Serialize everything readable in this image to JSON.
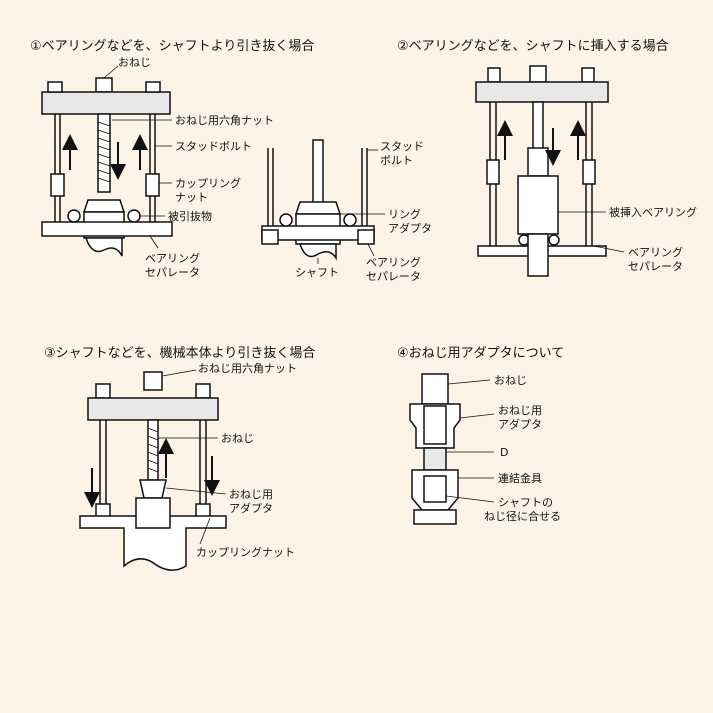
{
  "section1": {
    "heading": "①ベアリングなどを、シャフトより引き抜く場合",
    "labels": {
      "nut": "おねじ",
      "hex_nut": "おねじ用六角ナット",
      "stud_bolt": "スタッドボルト",
      "coupling_nut_1": "カップリング",
      "coupling_nut_2": "ナット",
      "extracted": "被引抜物",
      "separator_1": "ベアリング",
      "separator_2": "セパレータ",
      "stud_bolt2_1": "スタッド",
      "stud_bolt2_2": "ボルト",
      "ring_adapter_1": "リング",
      "ring_adapter_2": "アダプタ",
      "shaft": "シャフト",
      "separator2_1": "ベアリング",
      "separator2_2": "セパレータ"
    }
  },
  "section2": {
    "heading": "②ベアリングなどを、シャフトに挿入する場合",
    "labels": {
      "inserted": "被挿入ベアリング",
      "separator_1": "ベアリング",
      "separator_2": "セパレータ"
    }
  },
  "section3": {
    "heading": "③シャフトなどを、機械本体より引き抜く場合",
    "labels": {
      "hex_nut": "おねじ用六角ナット",
      "nut": "おねじ",
      "adapter_1": "おねじ用",
      "adapter_2": "アダプタ",
      "coupling_nut": "カップリングナット"
    }
  },
  "section4": {
    "heading": "④おねじ用アダプタについて",
    "labels": {
      "nut": "おねじ",
      "adapter_1": "おねじ用",
      "adapter_2": "アダプタ",
      "d": "D",
      "connector": "連結金具",
      "fit_1": "シャフトの",
      "fit_2": "ねじ径に合せる"
    }
  }
}
